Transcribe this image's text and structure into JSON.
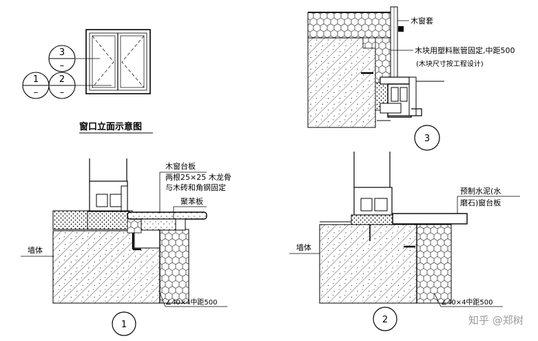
{
  "elevation": {
    "title": "窗口立面示意图",
    "markers": [
      {
        "num": "3",
        "sub": "–"
      },
      {
        "num": "1",
        "sub": "–"
      },
      {
        "num": "2",
        "sub": "–"
      }
    ]
  },
  "detail3": {
    "number": "3",
    "labels": {
      "casing": "木窗套",
      "block_fix": "木块用塑料胀管固定,中距500",
      "block_size": "(木块尺寸按工程设计)"
    }
  },
  "detail1": {
    "number": "1",
    "labels": {
      "sill_title": "木窗台板",
      "keel_1": "两根25×25 木龙骨",
      "keel_2": "与木砖和角钢固定",
      "eps": "聚苯板",
      "wall": "墙体",
      "angle": "∠40×4中距500"
    }
  },
  "detail2": {
    "number": "2",
    "labels": {
      "sill_1": "预制水泥(水",
      "sill_2": "磨石)窗台板",
      "wall": "墙体",
      "angle": "∠40×4中距500"
    }
  },
  "watermark": "知乎 @郑树"
}
